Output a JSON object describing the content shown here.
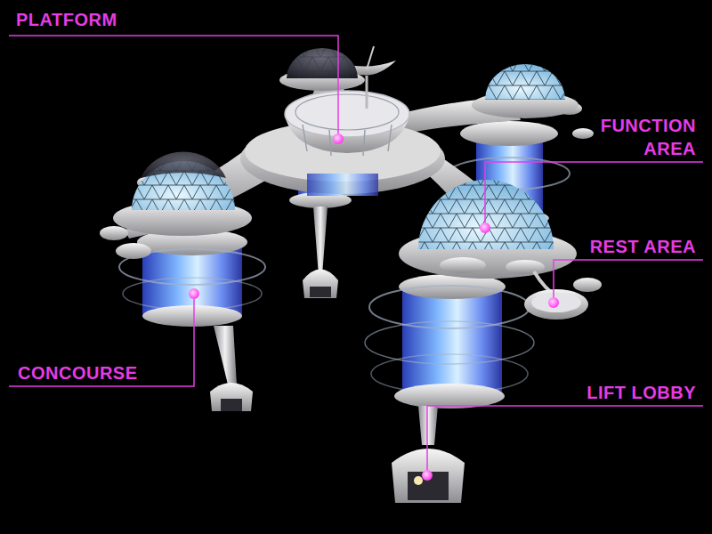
{
  "diagram": {
    "labels": [
      "PLATFORM",
      "FUNCTION AREA",
      "REST AREA",
      "CONCOURSE",
      "LIFT LOBBY"
    ]
  }
}
